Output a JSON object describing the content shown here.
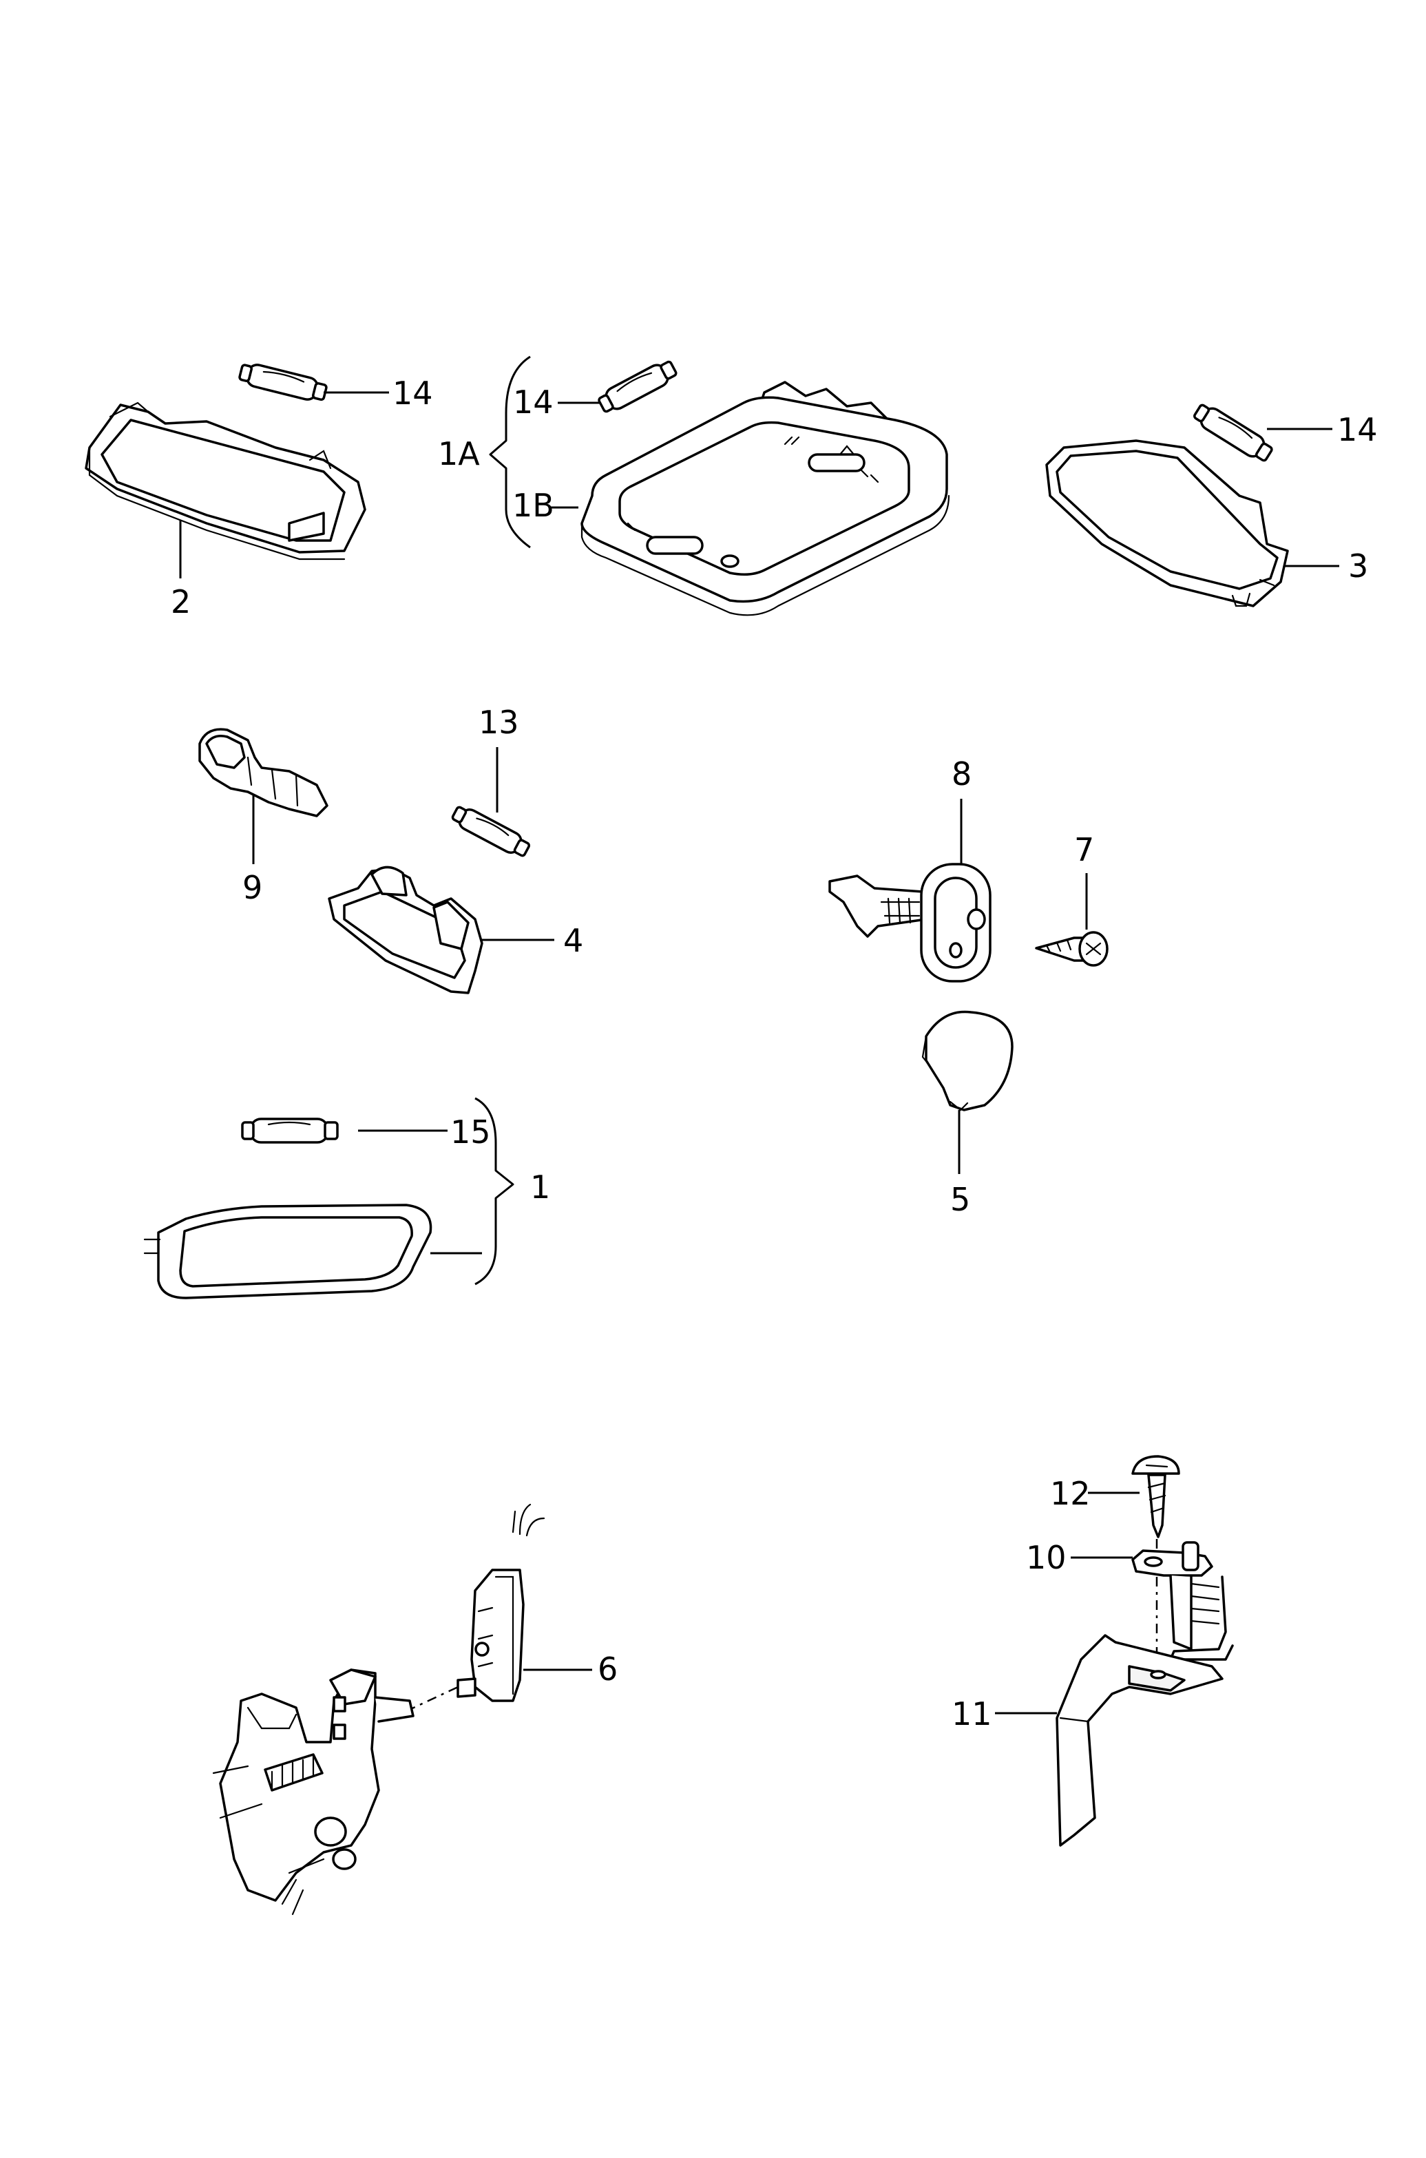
{
  "callouts": {
    "c1": "1",
    "c1a": "1A",
    "c1b": "1B",
    "c2": "2",
    "c3": "3",
    "c4": "4",
    "c5": "5",
    "c6": "6",
    "c7": "7",
    "c8": "8",
    "c9": "9",
    "c10": "10",
    "c11": "11",
    "c12": "12",
    "c13": "13",
    "c14_a": "14",
    "c14_b": "14",
    "c14_c": "14",
    "c15": "15"
  },
  "colors": {
    "line": "#000000",
    "background": "#ffffff"
  }
}
